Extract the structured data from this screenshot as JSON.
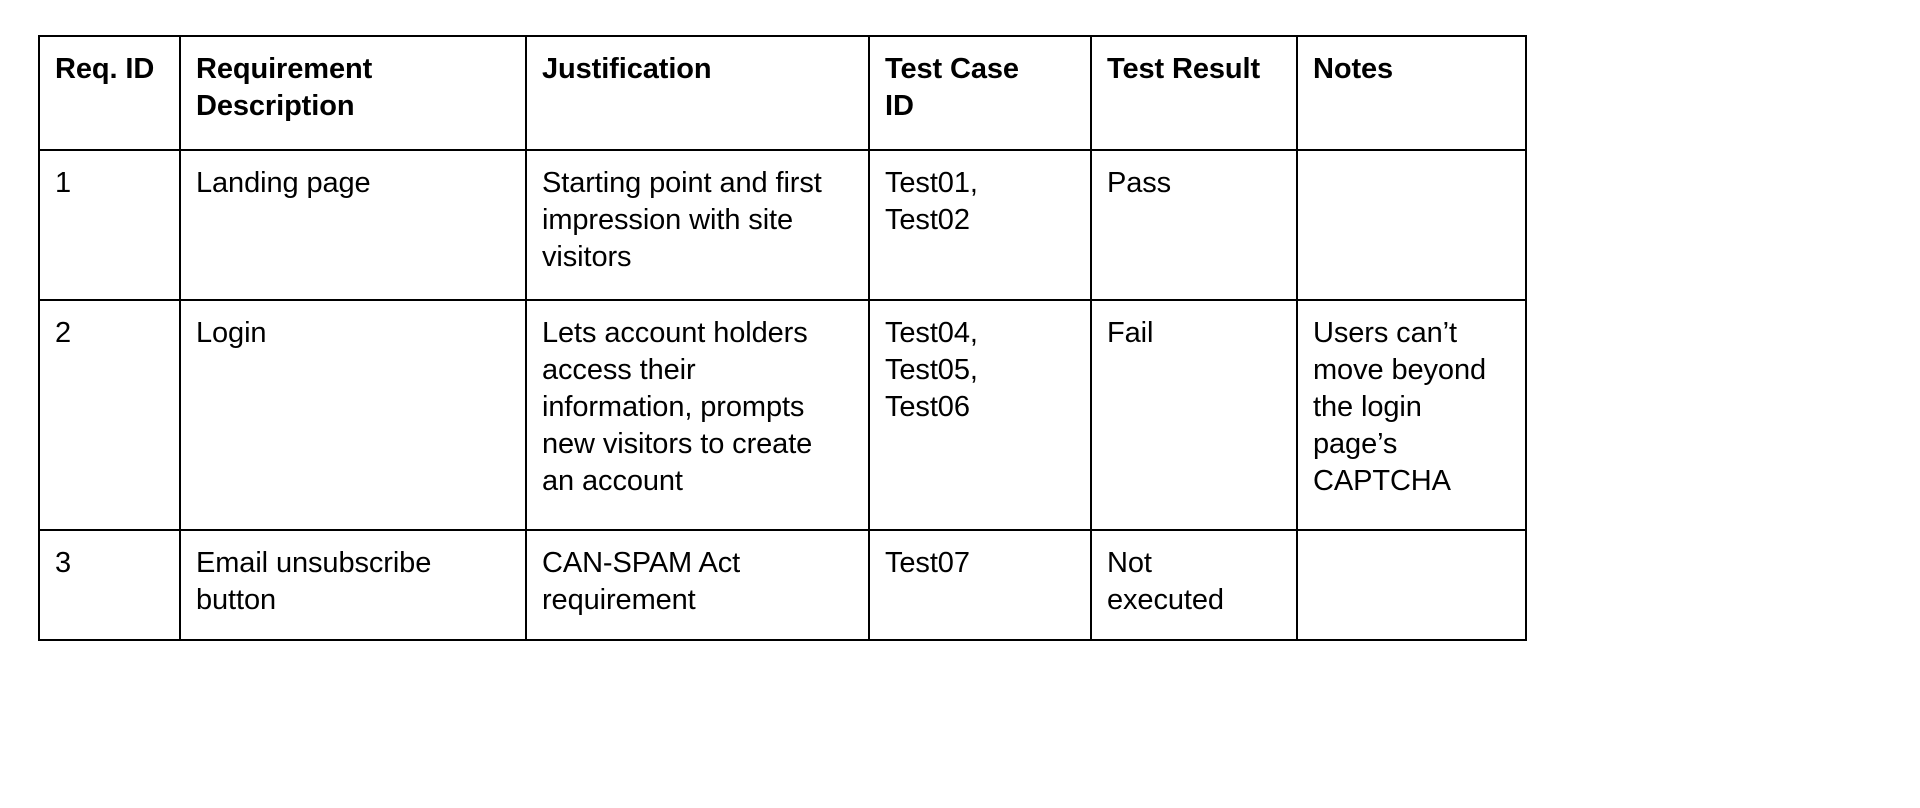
{
  "document": {
    "type": "requirements-traceability-table",
    "background_color": "#ffffff",
    "text_color": "#000000",
    "border_color": "#000000"
  },
  "table": {
    "columns": [
      {
        "key": "req_id",
        "label": "Req. ID"
      },
      {
        "key": "req_desc",
        "label": "Requirement\nDescription"
      },
      {
        "key": "justify",
        "label": "Justification"
      },
      {
        "key": "test_case",
        "label": "Test Case\nID"
      },
      {
        "key": "test_result",
        "label": "Test Result"
      },
      {
        "key": "notes",
        "label": "Notes"
      }
    ],
    "rows": [
      {
        "req_id": "1",
        "req_desc": "Landing page",
        "justify": "Starting point and first\nimpression with site\nvisitors",
        "test_case": "Test01,\nTest02",
        "test_result": "Pass",
        "notes": ""
      },
      {
        "req_id": "2",
        "req_desc": "Login",
        "justify": "Lets account holders\naccess their\ninformation, prompts\nnew visitors to create\nan account",
        "test_case": "Test04,\nTest05,\nTest06",
        "test_result": "Fail",
        "notes": "Users can’t\nmove beyond\nthe login\npage’s\nCAPTCHA"
      },
      {
        "req_id": "3",
        "req_desc": "Email unsubscribe\nbutton",
        "justify": "CAN-SPAM Act\nrequirement",
        "test_case": "Test07",
        "test_result": "Not\nexecuted",
        "notes": ""
      }
    ]
  }
}
